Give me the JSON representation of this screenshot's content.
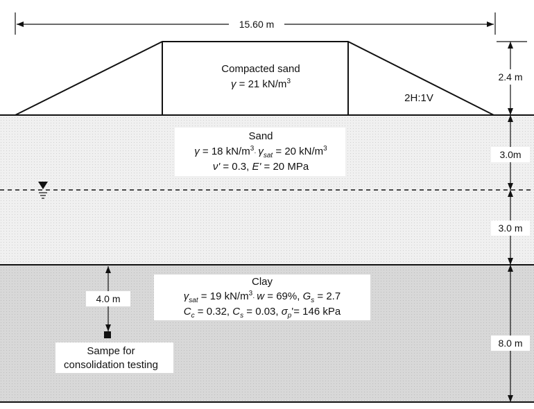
{
  "dimensions": {
    "top_width": "15.60 m",
    "embankment_height": "2.4 m",
    "sand_upper": "3.0m",
    "sand_lower": "3.0 m",
    "clay_thickness": "8.0 m",
    "sample_depth": "4.0 m"
  },
  "embankment": {
    "name": "Compacted sand",
    "gamma_symbol": "γ",
    "gamma_value": " = 21 kN/m",
    "gamma_exp": "3",
    "slope": "2H:1V"
  },
  "sand": {
    "name": "Sand",
    "gamma_symbol": "γ",
    "gamma_value": " = 18 kN/m",
    "gamma_exp": "3",
    "sep": "· ",
    "gsat_symbol": "γ",
    "gsat_sub": "sat",
    "gsat_value": " = 20 kN/m",
    "gsat_exp": "3",
    "nu_symbol": "ν'",
    "nu_value": " = 0.3, ",
    "e_symbol": "E'",
    "e_value": " = 20 MPa"
  },
  "clay": {
    "name": "Clay",
    "gsat_symbol": "γ",
    "gsat_sub": "sat",
    "gsat_value": " = 19 kN/m",
    "gsat_exp": "3",
    "sep": "· ",
    "w_symbol": "w",
    "w_value": " = 69%, ",
    "gs_symbol": "G",
    "gs_sub": "s",
    "gs_value": " = 2.7",
    "cc_symbol": "C",
    "cc_sub": "c",
    "cc_value": " = 0.32, ",
    "cs_symbol": "C",
    "cs_sub": "s",
    "cs_value": " = 0.03, ",
    "sp_symbol": "σ",
    "sp_sub": "p",
    "sp_value": "'= 146 kPa"
  },
  "sample": {
    "line1": "Sampe for",
    "line2": "consolidation testing"
  },
  "colors": {
    "sand_fill": "#f1f1f1",
    "clay_fill": "#d9d9d9",
    "line": "#111111"
  }
}
